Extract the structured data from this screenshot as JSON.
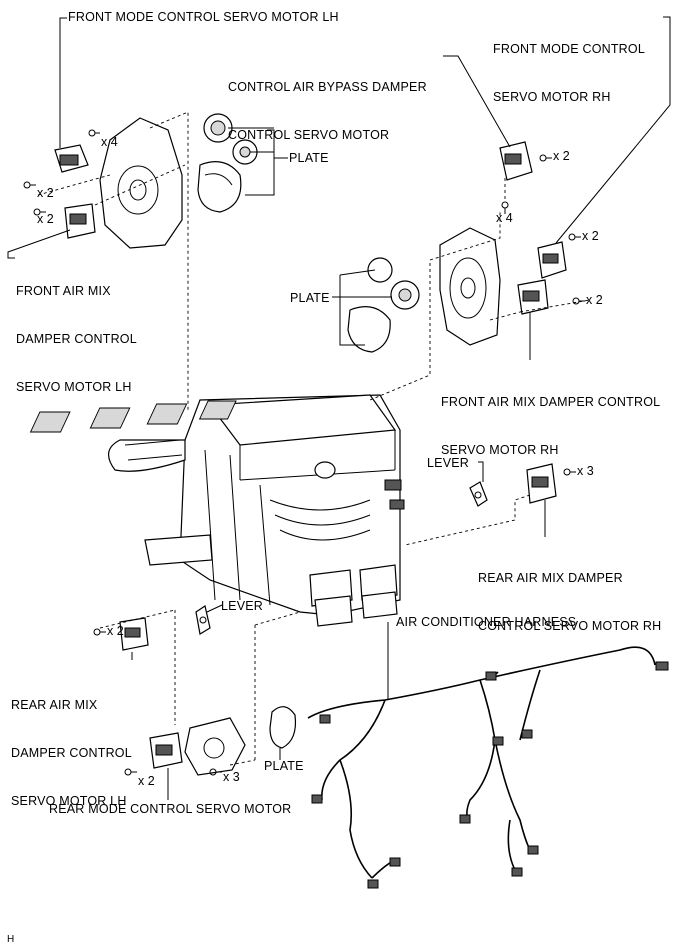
{
  "labels": {
    "front_mode_lh": "FRONT MODE CONTROL SERVO MOTOR LH",
    "front_mode_rh": [
      "FRONT MODE CONTROL",
      "SERVO MOTOR RH"
    ],
    "bypass_damper": [
      "CONTROL AIR BYPASS DAMPER",
      "CONTROL SERVO MOTOR"
    ],
    "plate_top": "PLATE",
    "plate_mid": "PLATE",
    "plate_bottom": "PLATE",
    "front_air_mix_lh": [
      "FRONT AIR MIX",
      "DAMPER CONTROL",
      "SERVO MOTOR LH"
    ],
    "front_air_mix_rh": [
      "FRONT AIR MIX DAMPER CONTROL",
      "SERVO MOTOR RH"
    ],
    "lever_right": "LEVER",
    "lever_left": "LEVER",
    "rear_air_mix_rh": [
      "REAR AIR MIX DAMPER",
      "CONTROL SERVO MOTOR RH"
    ],
    "air_conditioner_harness": "AIR CONDITIONER HARNESS",
    "rear_air_mix_lh": [
      "REAR AIR MIX",
      "DAMPER CONTROL",
      "SERVO MOTOR LH"
    ],
    "rear_mode": "REAR MODE CONTROL SERVO MOTOR",
    "corner_tag": "H"
  },
  "quantities": {
    "front_mode_lh_screws": "x 4",
    "front_lh_screw_a": "x 2",
    "front_lh_screw_b": "x 2",
    "bypass_screws": "x 2",
    "bypass_housing_screws": "x 4",
    "front_mode_rh_screws": "x 2",
    "front_air_mix_rh_screws": "x 2",
    "rear_air_mix_rh_screws": "x 3",
    "rear_air_mix_lh_screws": "x 2",
    "rear_mode_screws_a": "x 2",
    "rear_mode_screws_b": "x 3"
  }
}
